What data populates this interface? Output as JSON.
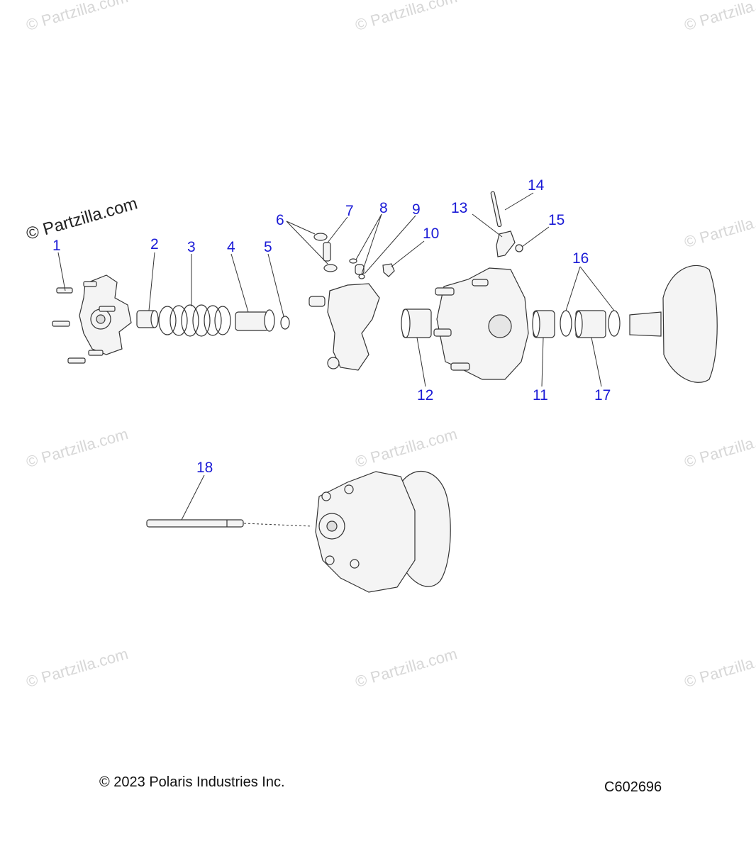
{
  "watermarks": [
    {
      "text": "© Partzilla.com"
    },
    {
      "text": "© Partzilla.com"
    },
    {
      "text": "© Partzilla.com"
    },
    {
      "text": "© Partzilla.com"
    },
    {
      "text": "© Partzilla.com"
    },
    {
      "text": "© Partzilla.com"
    },
    {
      "text": "© Partzilla.com"
    },
    {
      "text": "© Partzilla.com"
    },
    {
      "text": "© Partzilla.com"
    },
    {
      "text": "© Partzilla.com"
    }
  ],
  "main_watermark": "© Partzilla.com",
  "callouts": [
    "1",
    "2",
    "3",
    "4",
    "5",
    "6",
    "7",
    "8",
    "9",
    "10",
    "11",
    "12",
    "13",
    "14",
    "15",
    "16",
    "17",
    "18"
  ],
  "footer": {
    "copyright": "© 2023 Polaris Industries Inc.",
    "diagram_code": "C602696"
  },
  "colors": {
    "callout": "#1a1ad6",
    "part_fill": "#f4f4f4",
    "part_stroke": "#333333",
    "watermark": "#d7d7d7"
  }
}
